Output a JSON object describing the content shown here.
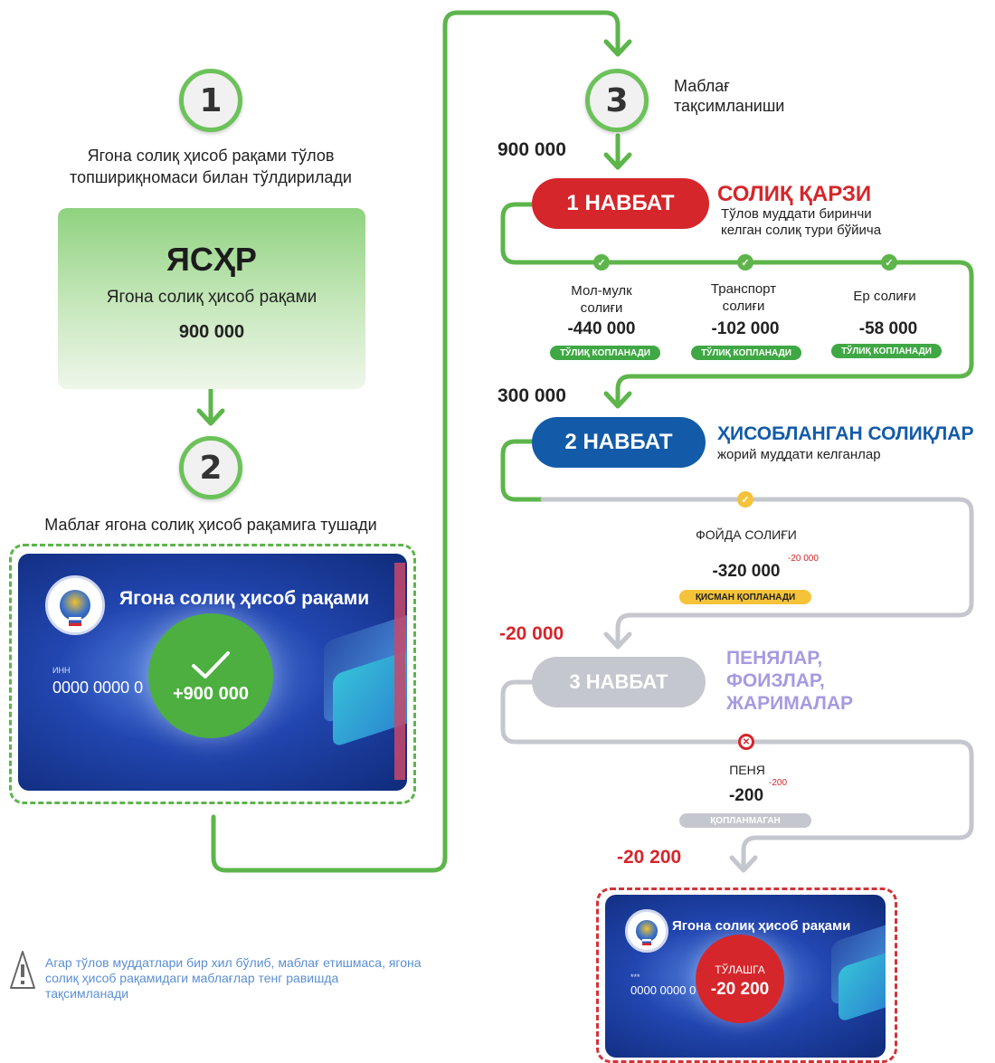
{
  "left": {
    "step1": {
      "number": "1",
      "text_line1": "Ягона солиқ ҳисоб рақами тўлов",
      "text_line2": "топшириқномаси билан тўлдирилади"
    },
    "green_box": {
      "title": "ЯСҲР",
      "subtitle": "Ягона солиқ ҳисоб рақами",
      "amount": "900 000"
    },
    "step2": {
      "number": "2",
      "text": "Маблағ ягона солиқ ҳисоб рақамига тушади"
    },
    "card": {
      "title": "Ягона солиқ ҳисоб рақами",
      "inn_label": "ИНН",
      "number": "0000 0000 0",
      "credit": "+900 000"
    },
    "warning": {
      "icon": "warning-icon",
      "line1": "Агар тўлов муддатлари бир хил бўлиб, маблағ етишмаса, ягона",
      "line2": "солиқ ҳисоб рақамидаги маблағлар тенг равишда",
      "line3": "тақсимланади"
    }
  },
  "right": {
    "step3": {
      "number": "3",
      "label_line1": "Маблағ",
      "label_line2": "тақсимланиши"
    },
    "amount_in": "900 000",
    "queue1": {
      "pill": "1 НАВБАТ",
      "heading": "СОЛИҚ ҚАРЗИ",
      "note_line1": "Тўлов муддати биринчи",
      "note_line2": "келган солиқ тури бўйича",
      "taxes": [
        {
          "label_line1": "Мол-мулк",
          "label_line2": "солиғи",
          "value": "-440 000",
          "status": "ТЎЛИҚ КОПЛАНАДИ"
        },
        {
          "label_line1": "Транспорт",
          "label_line2": "солиғи",
          "value": "-102 000",
          "status": "ТЎЛИҚ КОПЛАНАДИ"
        },
        {
          "label_line1": "Ер солиғи",
          "label_line2": "",
          "value": "-58 000",
          "status": "ТЎЛИҚ КОПЛАНАДИ"
        }
      ]
    },
    "amount_after1": "300 000",
    "queue2": {
      "pill": "2 НАВБАТ",
      "heading": "ҲИСОБЛАНГАН СОЛИҚЛАР",
      "note": "жорий муддати келганлар",
      "tax": {
        "label": "ФОЙДА СОЛИҒИ",
        "value": "-320 000",
        "remainder": "-20 000",
        "status": "ҚИСМАН ҚОПЛАНАДИ"
      }
    },
    "amount_after2": "-20 000",
    "queue3": {
      "pill": "3 НАВБАТ",
      "heading_line1": "ПЕНЯЛАР,",
      "heading_line2": "ФОИЗЛАР,",
      "heading_line3": "ЖАРИМАЛАР",
      "tax": {
        "label": "ПЕНЯ",
        "value": "-200",
        "remainder": "-200",
        "status": "ҚОПЛАНМАГАН"
      }
    },
    "amount_final": "-20 200",
    "card": {
      "title": "Ягона солиқ ҳисоб рақами",
      "inn_label": "***",
      "number": "0000 0000 0",
      "due_label": "ТЎЛАШГА",
      "due_amount": "-20 200"
    }
  },
  "colors": {
    "green": "#5db54b",
    "red": "#d5262b",
    "blue": "#135ba8",
    "gray": "#c4c7cd",
    "lavender": "#a79ae0",
    "yellow": "#f4c33a"
  }
}
